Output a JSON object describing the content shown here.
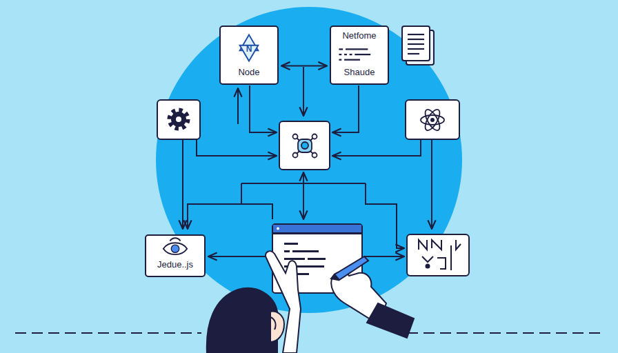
{
  "diagram": {
    "nodes": [
      {
        "text": [
          "N",
          "Node"
        ]
      },
      {
        "text": [
          "Netfome",
          "Shaude"
        ]
      },
      {
        "text": [
          "Jedue..js"
        ]
      }
    ],
    "edges": [
      {
        "from": 0,
        "to": 1,
        "arrow": "both"
      }
    ]
  }
}
